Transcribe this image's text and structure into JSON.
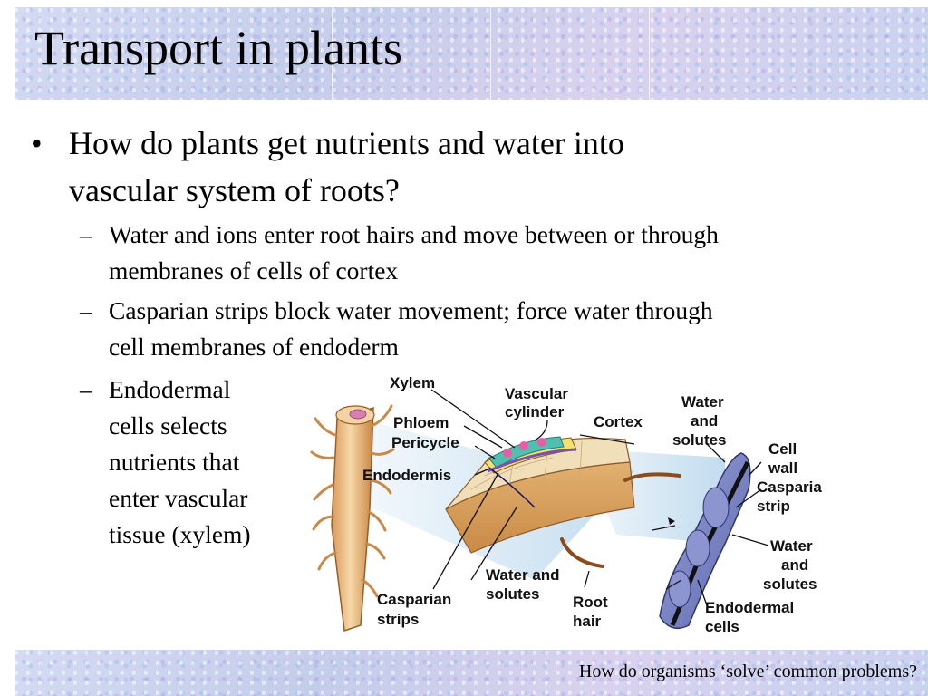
{
  "slide": {
    "title": "Transport in plants",
    "bullet": {
      "symbol": "•",
      "line1": "How do plants get nutrients and water into",
      "line2": "vascular system of roots?"
    },
    "subpoints": [
      {
        "dash": "–",
        "lines": [
          "Water and ions enter root hairs and move between or through",
          "membranes of cells of cortex"
        ]
      },
      {
        "dash": "–",
        "lines": [
          "Casparian strips block water movement; force water through",
          "cell membranes of endoderm"
        ]
      },
      {
        "dash": "–",
        "lines": [
          "Endodermal",
          "cells selects",
          "nutrients that",
          "enter vascular",
          "tissue (xylem)"
        ]
      }
    ],
    "footer": "How do organisms ‘solve’ common problems?"
  },
  "diagram": {
    "labels": {
      "xylem": "Xylem",
      "vascular_cylinder": [
        "Vascular",
        "cylinder"
      ],
      "phloem": "Phloem",
      "pericycle": "Pericycle",
      "endodermis": "Endodermis",
      "cortex": "Cortex",
      "water_and_solutes_top": [
        "Water",
        "and",
        "solutes"
      ],
      "cell_wall": [
        "Cell",
        "wall"
      ],
      "casparian_strip_right": [
        "Casparia",
        "strip"
      ],
      "water_and_solutes_right": [
        "Water",
        "and",
        "solutes"
      ],
      "endodermal_cells": [
        "Endodermal",
        "cells"
      ],
      "casparian_strips_bottom": [
        "Casparian",
        "strips"
      ],
      "water_and_solutes_bottom": [
        "Water and",
        "solutes"
      ],
      "root_hair": [
        "Root",
        "hair"
      ]
    }
  }
}
